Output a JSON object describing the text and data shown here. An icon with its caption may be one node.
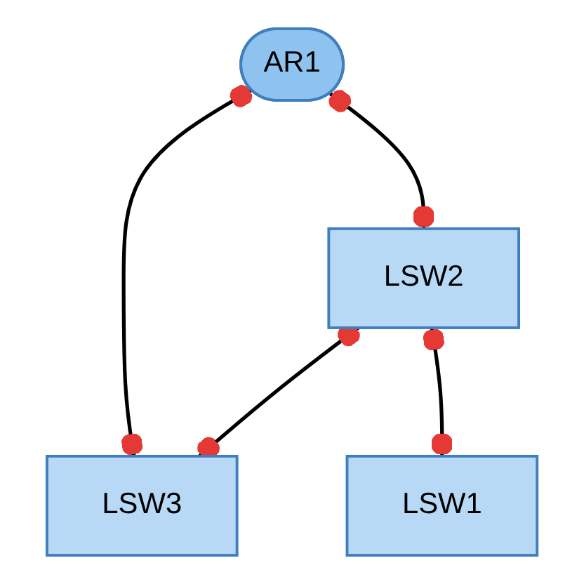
{
  "diagram": {
    "nodes": [
      {
        "text": [
          "AR1"
        ]
      },
      {
        "text": [
          "LSW2"
        ]
      },
      {
        "text": [
          "LSW3"
        ]
      },
      {
        "text": [
          "LSW1"
        ]
      }
    ],
    "edges": [
      {
        "from": 0,
        "to": 1,
        "arrow": "other"
      },
      {
        "from": 0,
        "to": 2,
        "arrow": "other"
      },
      {
        "from": 1,
        "to": 2,
        "arrow": "other"
      },
      {
        "from": 1,
        "to": 3,
        "arrow": "other"
      }
    ]
  }
}
